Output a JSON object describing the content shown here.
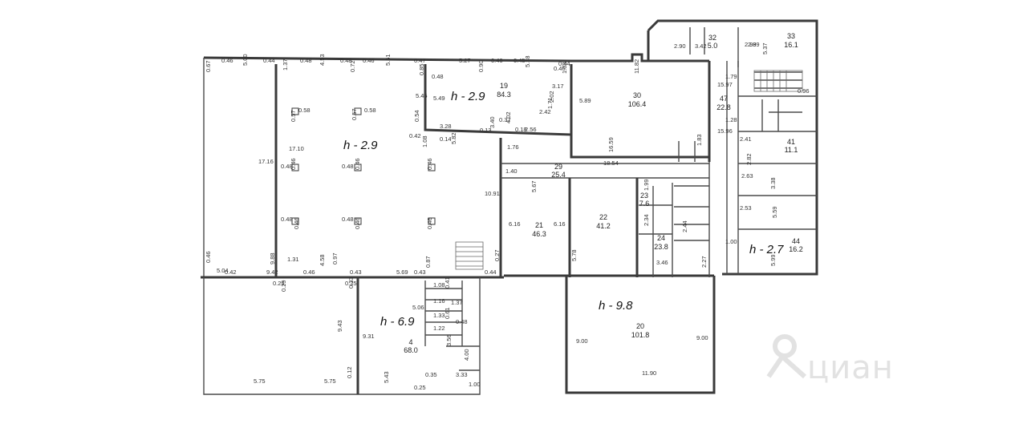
{
  "watermark": {
    "text": "циан",
    "icon": "cian-logo-icon"
  },
  "height_labels": [
    "h - 2.9",
    "h - 2.9",
    "h - 6.9",
    "h - 9.8",
    "h - 2.7"
  ],
  "rooms": [
    {
      "num": "19",
      "area": "84.3"
    },
    {
      "num": "30",
      "area": "106.4"
    },
    {
      "num": "33",
      "area": "16.1"
    },
    {
      "num": "32",
      "area": "5.0"
    },
    {
      "num": "47",
      "area": "22.8"
    },
    {
      "num": "41",
      "area": "11.1"
    },
    {
      "num": "29",
      "area": "25.4"
    },
    {
      "num": "21",
      "area": "46.3"
    },
    {
      "num": "22",
      "area": "41.2"
    },
    {
      "num": "23",
      "area": "7.6"
    },
    {
      "num": "24",
      "area": "23.8"
    },
    {
      "num": "4",
      "area": "68.0"
    },
    {
      "num": "20",
      "area": "101.8"
    },
    {
      "num": "44",
      "area": "16.2"
    }
  ],
  "dimensions": [
    "0.67",
    "0.46",
    "5.00",
    "0.44",
    "0.48",
    "4.53",
    "0.48",
    "0.46",
    "5.51",
    "0.47",
    "5.27",
    "0.46",
    "0.45",
    "0.44",
    "0.48",
    "1.37",
    "0.72",
    "0.85",
    "0.90",
    "5.38",
    "0.46",
    "5.46",
    "5.49",
    "3.17",
    "2.02",
    "2.42",
    "1.71",
    "1.03",
    "0.58",
    "0.57",
    "0.58",
    "0.57",
    "17.10",
    "17.16",
    "0.42",
    "0.14",
    "1.08",
    "0.54",
    "5.82",
    "4.02",
    "3.28",
    "3.40",
    "0.13",
    "0.37",
    "0.18",
    "2.56",
    "5.89",
    "11.82",
    "15.97",
    "1.79",
    "5.37",
    "2.89",
    "2.90",
    "2.99",
    "3.42",
    "0.46",
    "0.48",
    "0.46",
    "0.48",
    "0.46",
    "10.91",
    "1.76",
    "1.40",
    "5.67",
    "6.16",
    "6.16",
    "18.54",
    "16.59",
    "1.99",
    "2.34",
    "0.46",
    "0.48",
    "0.46",
    "0.48",
    "0.46",
    "0.46",
    "5.04",
    "0.42",
    "9.42",
    "9.88",
    "1.31",
    "4.58",
    "0.97",
    "0.43",
    "0.87",
    "0.27",
    "0.44",
    "0.43",
    "0.46",
    "5.78",
    "3.46",
    "2.27",
    "2.44",
    "1.00",
    "15.96",
    "1.83",
    "2.53",
    "2.63",
    "3.38",
    "5.59",
    "5.99",
    "1.28",
    "2.82",
    "2.41",
    "0.96",
    "0.25",
    "0.29",
    "0.25",
    "0.33",
    "5.69",
    "1.08",
    "1.16",
    "1.33",
    "1.22",
    "5.06",
    "9.43",
    "9.31",
    "9.00",
    "9.00",
    "11.90",
    "0.12",
    "5.75",
    "5.75",
    "5.43",
    "0.25",
    "0.35",
    "3.33",
    "4.00",
    "3.56",
    "1.00",
    "0.41",
    "1.37",
    "0.61",
    "0.48"
  ]
}
